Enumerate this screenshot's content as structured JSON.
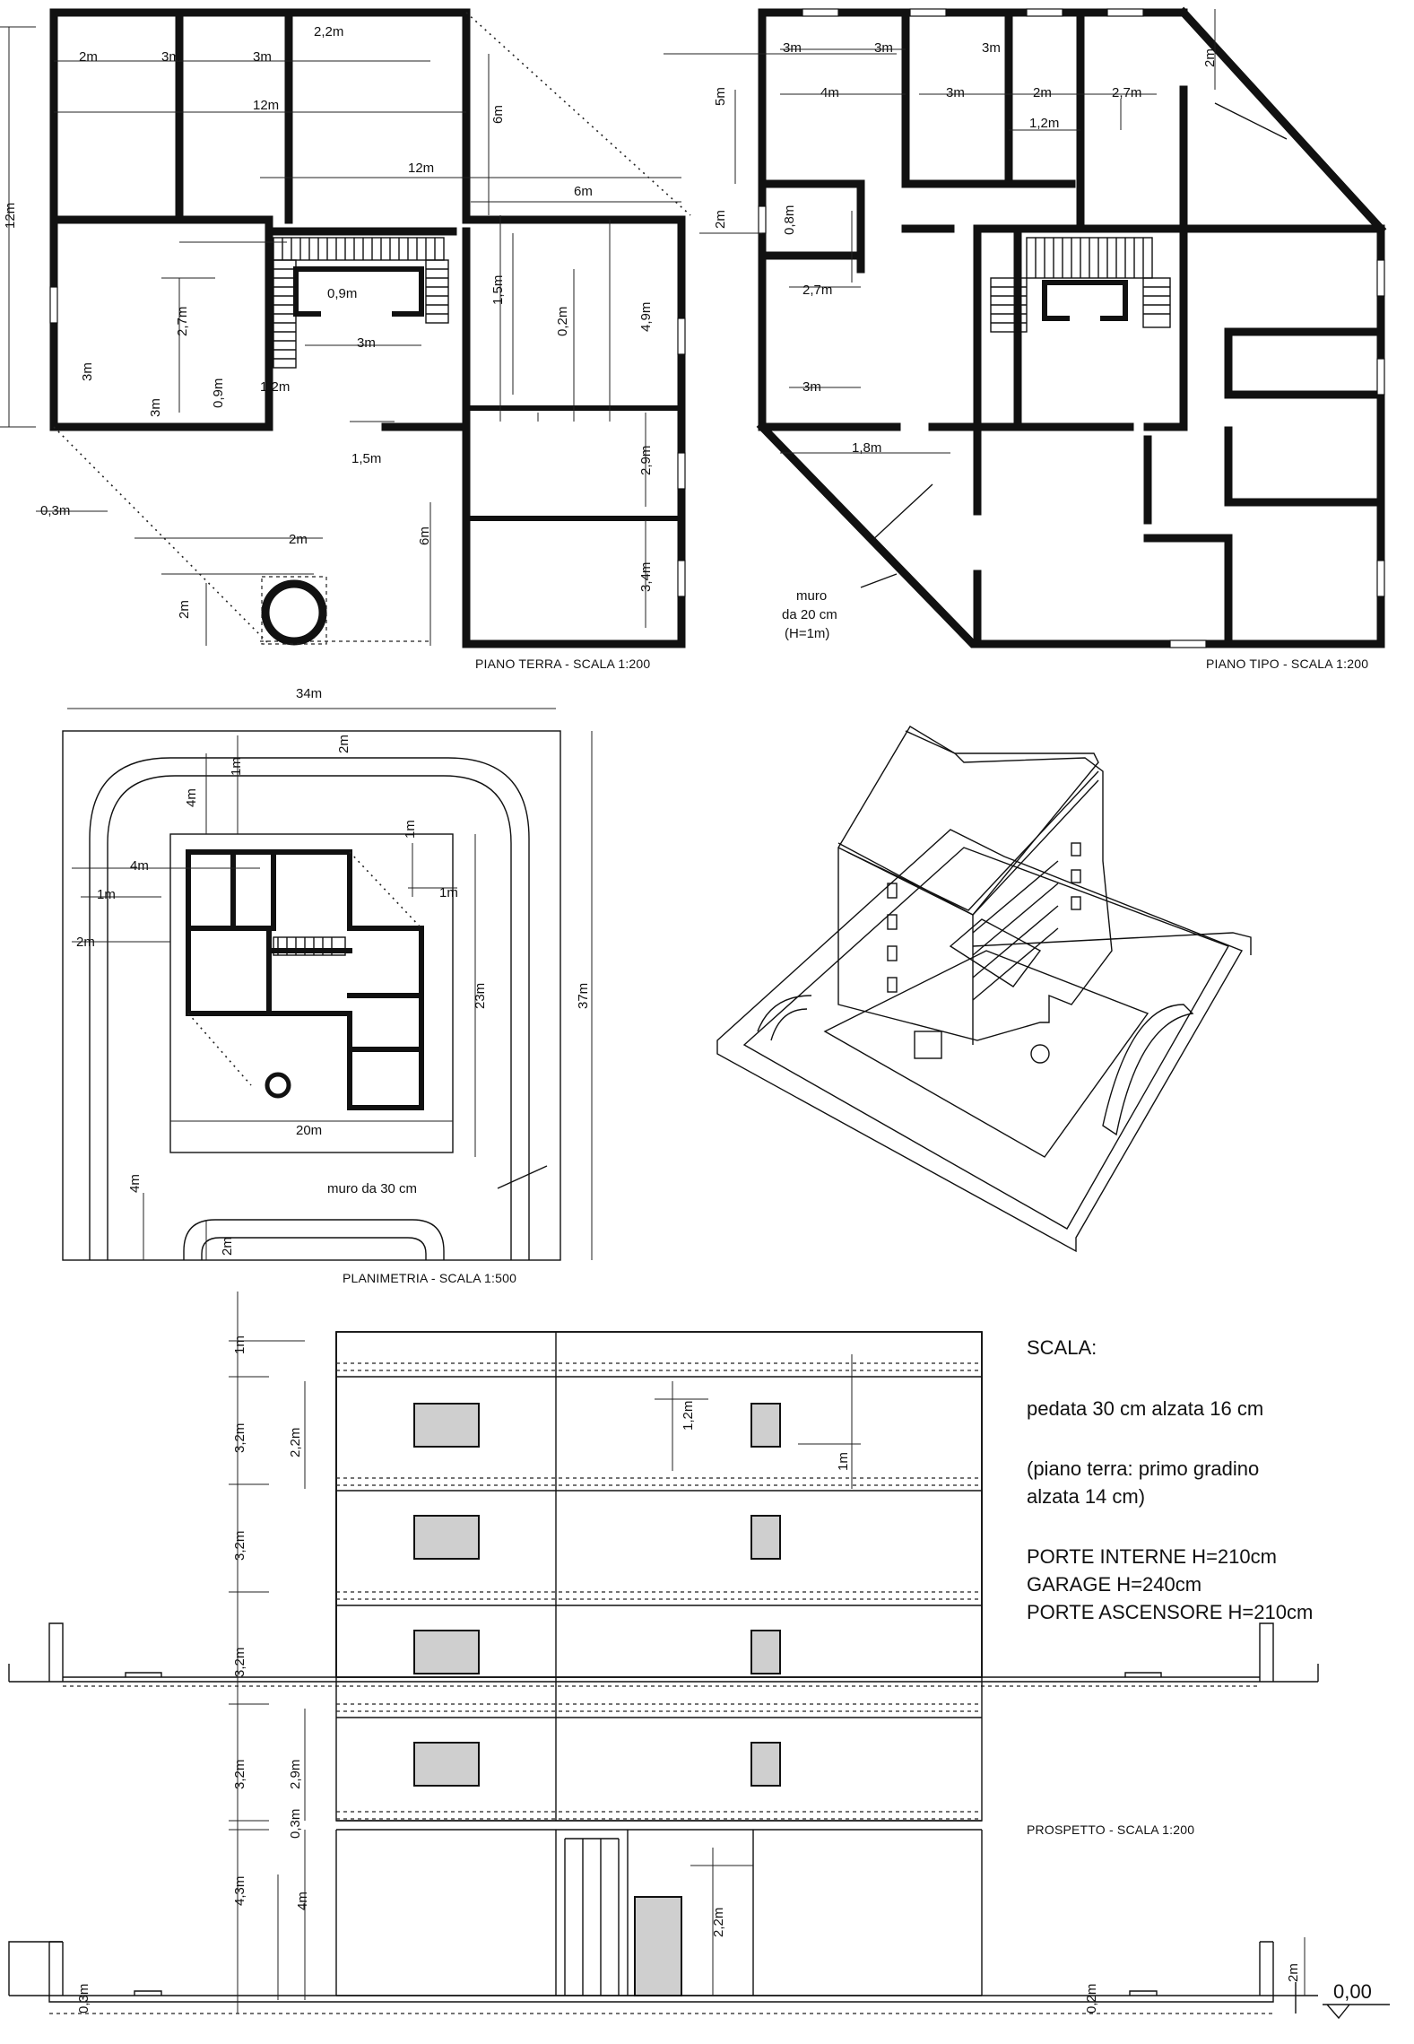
{
  "captions": {
    "ground_floor": "PIANO TERRA - SCALA 1:200",
    "typical_floor": "PIANO TIPO - SCALA 1:200",
    "site_plan": "PLANIMETRIA - SCALA 1:500",
    "elevation": "PROSPETTO - SCALA 1:200"
  },
  "ground_floor": {
    "dims": [
      "12m",
      "2m",
      "3m",
      "3m",
      "2,2m",
      "12m",
      "12m",
      "6m",
      "6m",
      "2,7m",
      "0,9m",
      "3m",
      "1,5m",
      "0,2m",
      "4,9m",
      "3m",
      "0,9m",
      "1,2m",
      "3m",
      "1,5m",
      "2,9m",
      "0,3m",
      "2m",
      "6m",
      "3,4m",
      "2m"
    ]
  },
  "typical_floor": {
    "dims": [
      "5m",
      "2m",
      "3m",
      "3m",
      "3m",
      "4m",
      "3m",
      "2m",
      "2,7m",
      "1,2m",
      "2m",
      "0,8m",
      "2,7m",
      "3m",
      "1,8m"
    ],
    "note": [
      "muro",
      "da 20 cm",
      "(H=1m)"
    ]
  },
  "site_plan": {
    "dims": [
      "34m",
      "2m",
      "1m",
      "4m",
      "1m",
      "4m",
      "1m",
      "1m",
      "2m",
      "23m",
      "37m",
      "20m",
      "4m",
      "2m"
    ],
    "note": "muro da 30 cm"
  },
  "elevation": {
    "dims": [
      "1m",
      "3,2m",
      "2,2m",
      "3,2m",
      "3,2m",
      "3,2m",
      "2,9m",
      "0,3m",
      "4,3m",
      "4m",
      "0,3m",
      "1,2m",
      "1m",
      "2,2m",
      "0,2m",
      "2m"
    ],
    "level": "0,00"
  },
  "stairs_notes": {
    "title": "SCALA:",
    "lines": [
      "pedata 30 cm alzata 16 cm",
      "(piano terra: primo gradino",
      "alzata 14 cm)",
      "PORTE INTERNE H=210cm",
      "GARAGE H=240cm",
      "PORTE ASCENSORE H=210cm"
    ]
  }
}
